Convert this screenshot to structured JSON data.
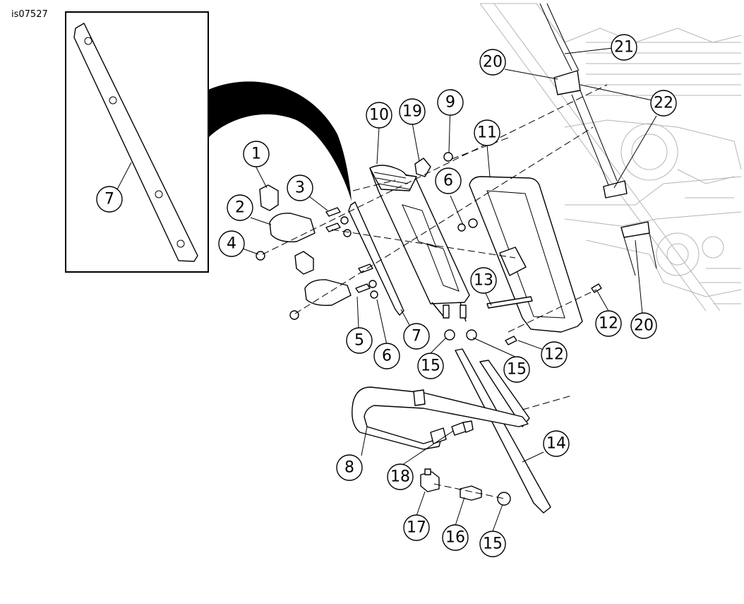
{
  "figure": {
    "doc_id": "is07527",
    "inset_callout": "7",
    "callouts": [
      "1",
      "2",
      "3",
      "4",
      "5",
      "6",
      "6",
      "7",
      "8",
      "9",
      "10",
      "11",
      "12",
      "12",
      "13",
      "14",
      "15",
      "15",
      "15",
      "16",
      "17",
      "18",
      "19",
      "20",
      "20",
      "21",
      "22"
    ]
  }
}
